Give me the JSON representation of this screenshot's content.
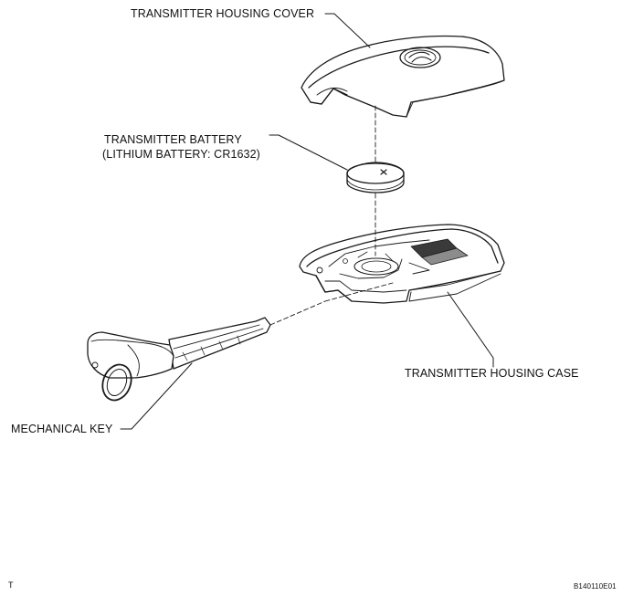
{
  "labels": {
    "cover": "TRANSMITTER HOUSING COVER",
    "battery_line1": "TRANSMITTER BATTERY",
    "battery_line2": "(LITHIUM BATTERY: CR1632)",
    "case": "TRANSMITTER HOUSING CASE",
    "key": "MECHANICAL KEY"
  },
  "corner_left": "T",
  "figure_id": "B140110E01",
  "icons": {
    "emblem": "lexus-emblem-icon",
    "battery_polarity": "plus-sign"
  }
}
